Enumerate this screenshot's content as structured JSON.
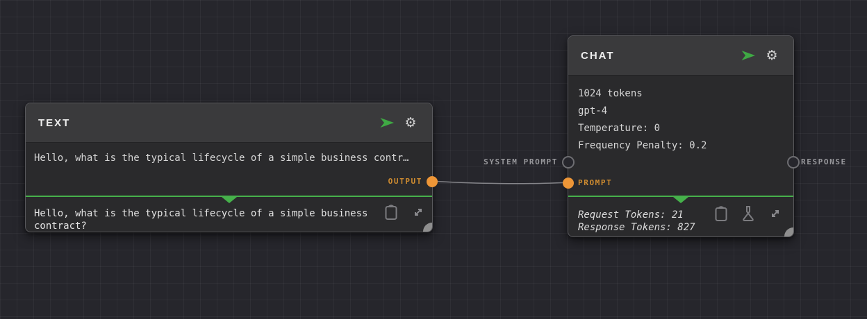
{
  "colors": {
    "accent_green": "#46b14b",
    "port_orange": "#ee9637",
    "orange_label": "#cf8c30",
    "gray_label": "#98989c",
    "wire_gray": "#85858a"
  },
  "nodes": {
    "text": {
      "title": "TEXT",
      "preview": "Hello, what is the typical lifecycle of a simple business contr…",
      "output_text": "Hello, what is the typical lifecycle of a simple business contract?",
      "ports": {
        "output": {
          "label": "OUTPUT"
        }
      }
    },
    "chat": {
      "title": "CHAT",
      "params": [
        "1024 tokens",
        "gpt-4",
        "Temperature: 0",
        "Frequency Penalty: 0.2"
      ],
      "ports": {
        "system_prompt": {
          "label": "SYSTEM PROMPT"
        },
        "prompt": {
          "label": "PROMPT"
        },
        "response": {
          "label": "RESPONSE"
        }
      },
      "stats": [
        "Request Tokens: 21",
        "Response Tokens: 827"
      ]
    }
  }
}
